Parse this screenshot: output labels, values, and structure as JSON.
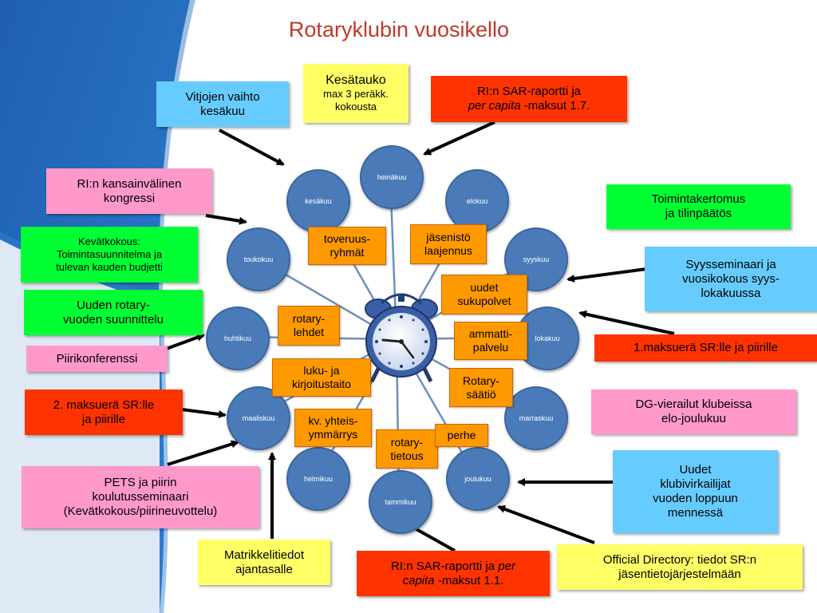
{
  "title": "Rotaryklubin vuosikello",
  "months": {
    "heinakuu": "heinäkuu",
    "elokuu": "elokuu",
    "syyskuu": "syyskuu",
    "lokakuu": "lokakuu",
    "marraskuu": "marraskuu",
    "joulukuu": "joulukuu",
    "tammikuu": "tammikuu",
    "helmikuu": "helmikuu",
    "maaliskuu": "maaliskuu",
    "huhtikuu": "huhtikuu",
    "toukokuu": "toukokuu",
    "kesakuu": "kesäkuu"
  },
  "callouts": {
    "vitjojen_1": "Vitjojen vaihto",
    "vitjojen_2": "kesäkuu",
    "kesatauko_1": "Kesätauko",
    "kesatauko_2": "max 3 peräkk.",
    "kesatauko_3": "kokousta",
    "sar_jul_1": "RI:n SAR-raportti ja",
    "sar_jul_2a": "per capita",
    "sar_jul_2b": " -maksut 1.7.",
    "kongressi_1": "RI:n kansainvälinen",
    "kongressi_2": "kongressi",
    "kevat_1": "Kevätkokous:",
    "kevat_2": "Toimintasuunnitelma ja",
    "kevat_3": "tulevan kauden budjetti",
    "uuden_1": "Uuden rotary-",
    "uuden_2": "vuoden suunnittelu",
    "piirikonf": "Piirikonferenssi",
    "maksuera2_1": "2. maksuerä SR:lle",
    "maksuera2_2": "ja piirille",
    "pets_1": "PETS ja piirin",
    "pets_2": "koulutusseminaari",
    "pets_3": "(Kevätkokous/piirineuvottelu)",
    "matrikkeli_1": "Matrikkelitiedot",
    "matrikkeli_2": "ajantasalle",
    "sar_jan_1a": "RI:n SAR-raportti ja ",
    "sar_jan_1b": "per",
    "sar_jan_2a": "capita",
    "sar_jan_2b": " -maksut 1.1.",
    "official_1": "Official Directory: tiedot SR:n",
    "official_2": "jäsentietojärjestelmään",
    "uudet_1": "Uudet",
    "uudet_2": "klubivirkailijat",
    "uudet_3": "vuoden loppuun",
    "uudet_4": "mennessä",
    "dg_1": "DG-vierailut klubeissa",
    "dg_2": "elo-joulukuu",
    "maksuera1": "1.maksuerä SR:lle ja piirille",
    "syys_1": "Syysseminaari ja",
    "syys_2": "vuosikokous syys-",
    "syys_3": "lokakuussa",
    "toiminta_1": "Toimintakertomus",
    "toiminta_2": "ja tilinpäätös"
  },
  "inner": {
    "toveruus_1": "toveruus-",
    "toveruus_2": "ryhmät",
    "jasen_1": "jäsenistö",
    "jasen_2": "laajennus",
    "sukupolvet_1": "uudet",
    "sukupolvet_2": "sukupolvet",
    "lehdet_1": "rotary-",
    "lehdet_2": "lehdet",
    "ammatti_1": "ammatti-",
    "ammatti_2": "palvelu",
    "luku_1": "luku- ja",
    "luku_2": "kirjoitustaito",
    "saatio_1": "Rotary-",
    "saatio_2": "säätiö",
    "kv_1": "kv. yhteis-",
    "kv_2": "ymmärrys",
    "tietous_1": "rotary-",
    "tietous_2": "tietous",
    "perhe": "perhe"
  },
  "colors": {
    "month_fill": "#4a7bb8",
    "title": "#c0392b",
    "blue": "#66ccff",
    "yellow": "#ffff66",
    "red": "#ff3300",
    "pink": "#ff99cc",
    "green": "#00ff33",
    "orange": "#ff9900"
  },
  "icons": {
    "center": "alarm-clock-icon"
  }
}
